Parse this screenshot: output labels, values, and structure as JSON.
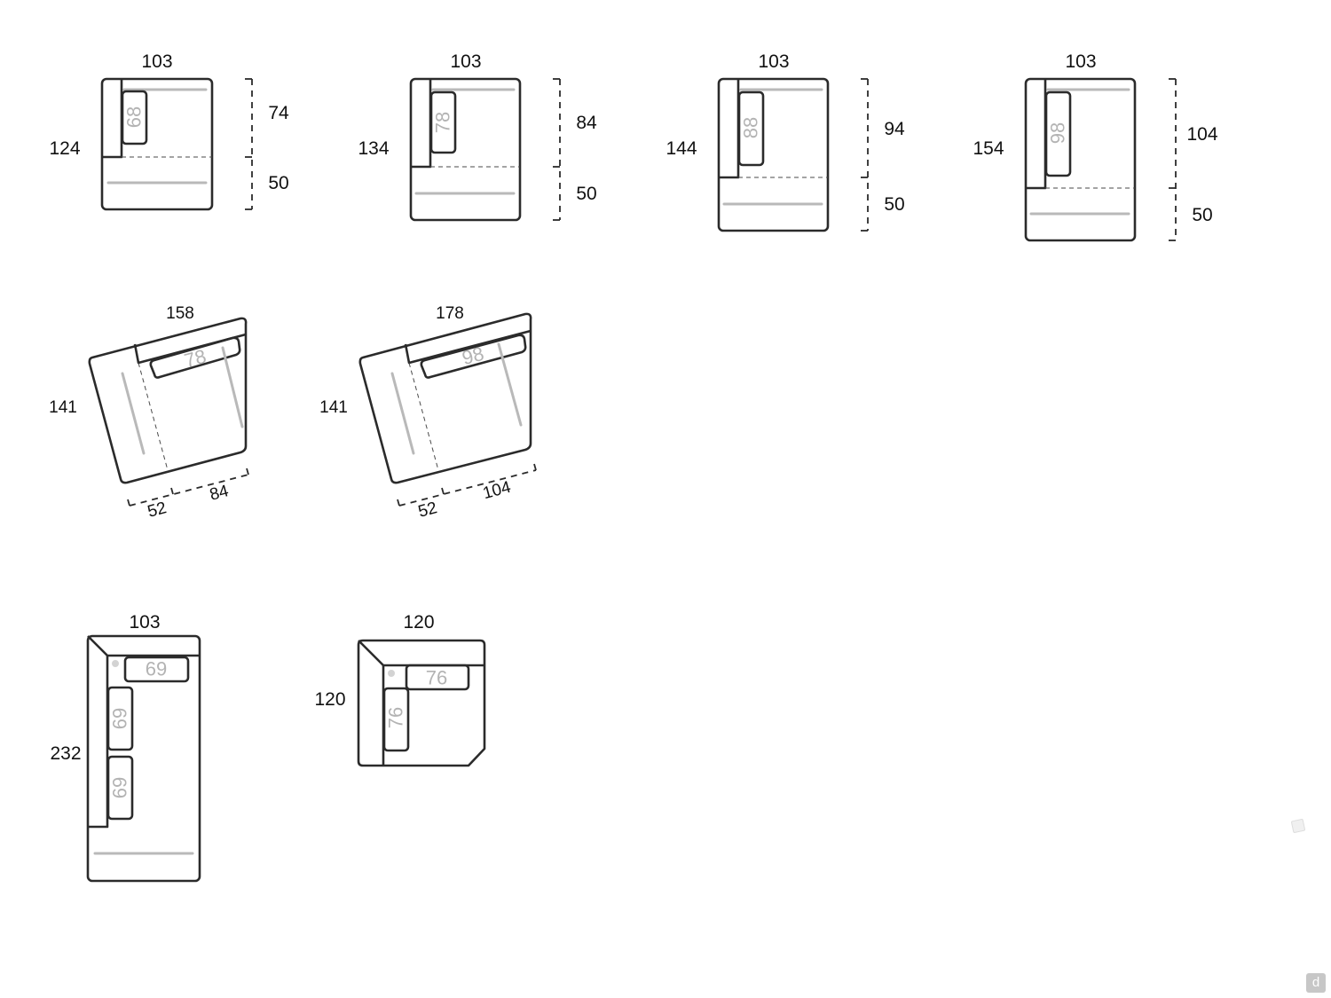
{
  "modules_row1": [
    {
      "width": "103",
      "depth": "124",
      "back": "74",
      "seat": "50",
      "cushion": "68"
    },
    {
      "width": "103",
      "depth": "134",
      "back": "84",
      "seat": "50",
      "cushion": "78"
    },
    {
      "width": "103",
      "depth": "144",
      "back": "94",
      "seat": "50",
      "cushion": "88"
    },
    {
      "width": "103",
      "depth": "154",
      "back": "104",
      "seat": "50",
      "cushion": "98"
    }
  ],
  "modules_row2": [
    {
      "width": "158",
      "depth": "141",
      "side_a": "52",
      "side_b": "84",
      "cushion": "78"
    },
    {
      "width": "178",
      "depth": "141",
      "side_a": "52",
      "side_b": "104",
      "cushion": "98"
    }
  ],
  "modules_row3": [
    {
      "width": "103",
      "depth": "232",
      "cushion_top": "69",
      "cushion_side_1": "69",
      "cushion_side_2": "69"
    },
    {
      "width": "120",
      "depth": "120",
      "cushion_top": "76",
      "cushion_side": "76"
    }
  ],
  "brand_mark": "d"
}
